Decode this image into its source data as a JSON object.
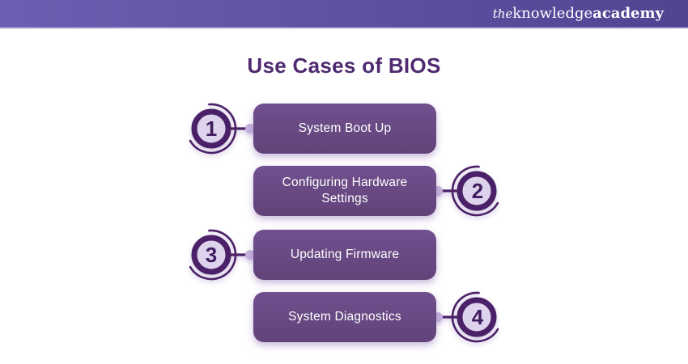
{
  "header": {
    "logo": {
      "the": "the",
      "knowledge": "knowledge",
      "academy": "academy"
    }
  },
  "title": "Use Cases of BIOS",
  "items": [
    {
      "number": "1",
      "label": "System Boot Up",
      "side": "left"
    },
    {
      "number": "2",
      "label": "Configuring Hardware Settings",
      "side": "right"
    },
    {
      "number": "3",
      "label": "Updating Firmware",
      "side": "left"
    },
    {
      "number": "4",
      "label": "System Diagnostics",
      "side": "right"
    }
  ],
  "colors": {
    "top_bar_left": "#6d5eb3",
    "top_bar_right": "#524392",
    "title_text": "#4f2a70",
    "pill_top": "#70508e",
    "pill_bottom": "#614379",
    "pill_text": "#ffffff",
    "badge_ring": "#4a2168",
    "badge_fill": "#ded3ec",
    "badge_number": "#3f1c5e",
    "connector_dot": "#c6b2dc"
  }
}
